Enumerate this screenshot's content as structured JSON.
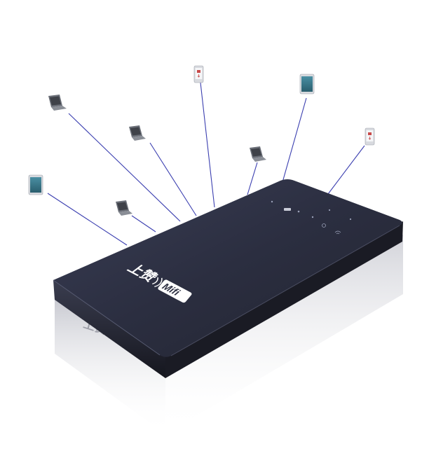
{
  "device": {
    "brand_cn": "上赞",
    "brand_model": "Mifi"
  },
  "connected_devices": [
    {
      "type": "laptop",
      "icon": "laptop-icon"
    },
    {
      "type": "laptop",
      "icon": "laptop-icon"
    },
    {
      "type": "laptop",
      "icon": "laptop-icon"
    },
    {
      "type": "laptop",
      "icon": "laptop-icon"
    },
    {
      "type": "phone",
      "icon": "phone-icon"
    },
    {
      "type": "phone",
      "icon": "phone-icon"
    },
    {
      "type": "tablet",
      "icon": "tablet-icon"
    },
    {
      "type": "tablet",
      "icon": "tablet-icon"
    }
  ],
  "colors": {
    "device_top": "#2c2f40",
    "device_side": "#1b1d28",
    "connection_line": "#3b3fb0",
    "background": "#ffffff"
  }
}
